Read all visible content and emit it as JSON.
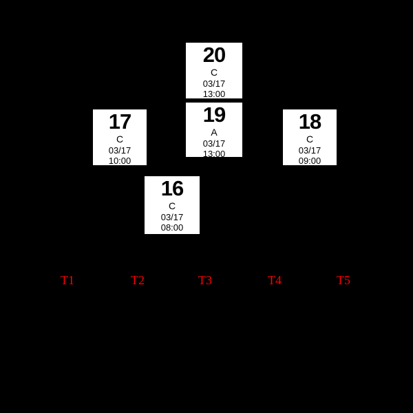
{
  "diagram": {
    "background_color": "#000000",
    "node_background_color": "#ffffff",
    "node_text_color": "#000000",
    "timeline_label_color": "#ff0000",
    "nodes": {
      "n20": {
        "number": "20",
        "letter": "C",
        "date": "03/17",
        "time": "13:00"
      },
      "n19": {
        "number": "19",
        "letter": "A",
        "date": "03/17",
        "time": "13:00"
      },
      "n17": {
        "number": "17",
        "letter": "C",
        "date": "03/17",
        "time": "10:00"
      },
      "n18": {
        "number": "18",
        "letter": "C",
        "date": "03/17",
        "time": "09:00"
      },
      "n16": {
        "number": "16",
        "letter": "C",
        "date": "03/17",
        "time": "08:00"
      }
    },
    "timeline_labels": {
      "t1": "T1",
      "t2": "T2",
      "t3": "T3",
      "t4": "T4",
      "t5": "T5"
    }
  }
}
